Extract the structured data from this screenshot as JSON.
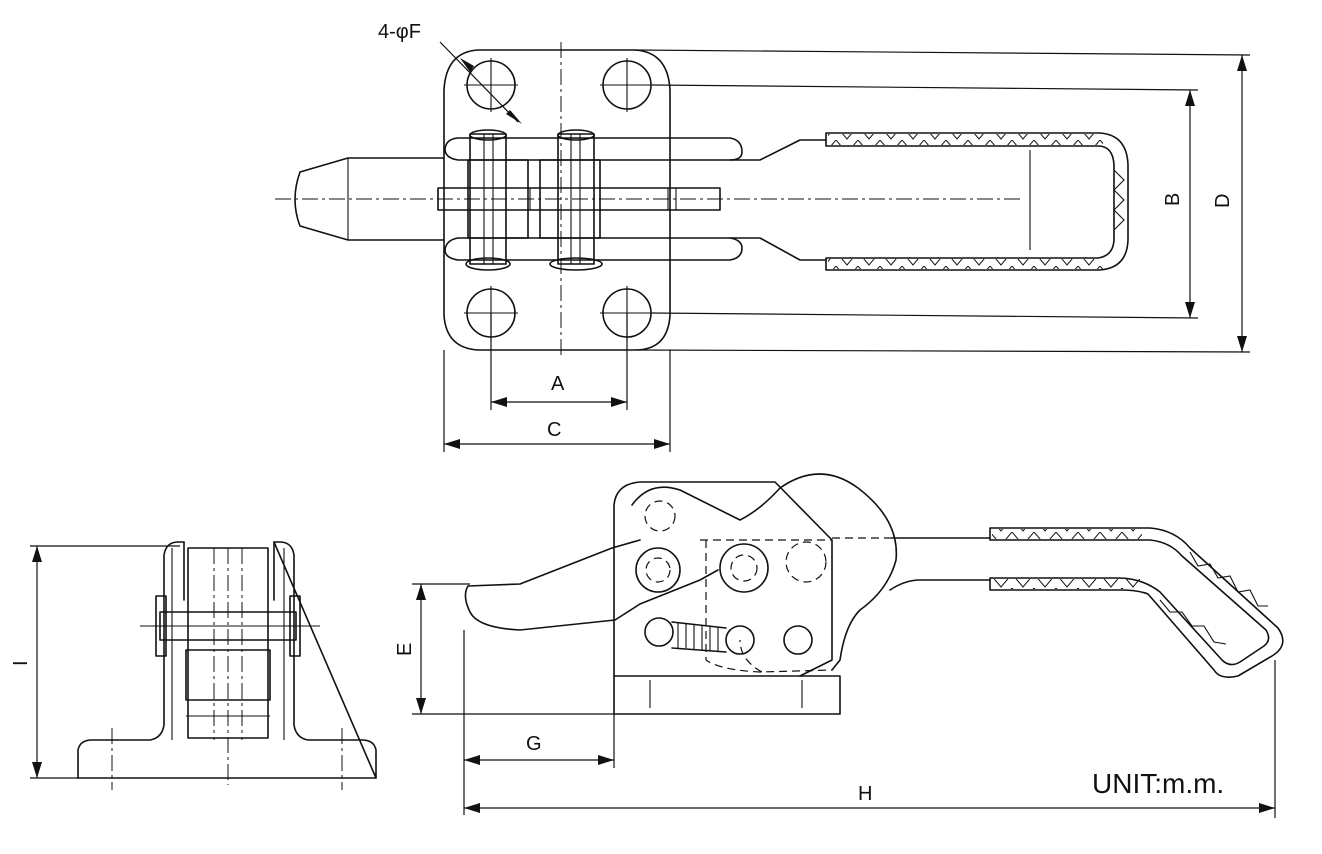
{
  "labels": {
    "hole_callout": "4-φF",
    "dim_a": "A",
    "dim_b": "B",
    "dim_c": "C",
    "dim_d": "D",
    "dim_e": "E",
    "dim_g": "G",
    "dim_h": "H",
    "dim_i": "I",
    "unit": "UNIT:m.m."
  }
}
